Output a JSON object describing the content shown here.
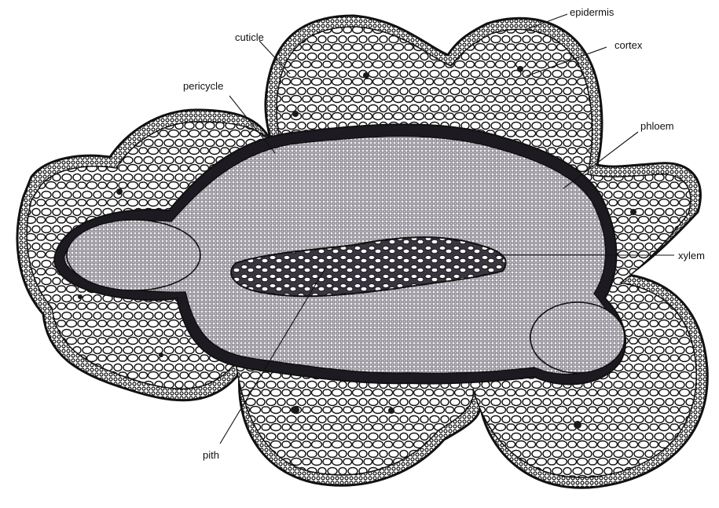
{
  "diagram": {
    "labels": {
      "epidermis": "epidermis",
      "cortex": "cortex",
      "cuticle": "cuticle",
      "pericycle": "pericycle",
      "phloem": "phloem",
      "xylem": "xylem",
      "pith": "pith"
    },
    "colors": {
      "ink": "#111111",
      "cell_fill": "#ffffff",
      "vascular_tone": "#e9e5ec",
      "dark_cell": "#1a1a1a"
    }
  }
}
